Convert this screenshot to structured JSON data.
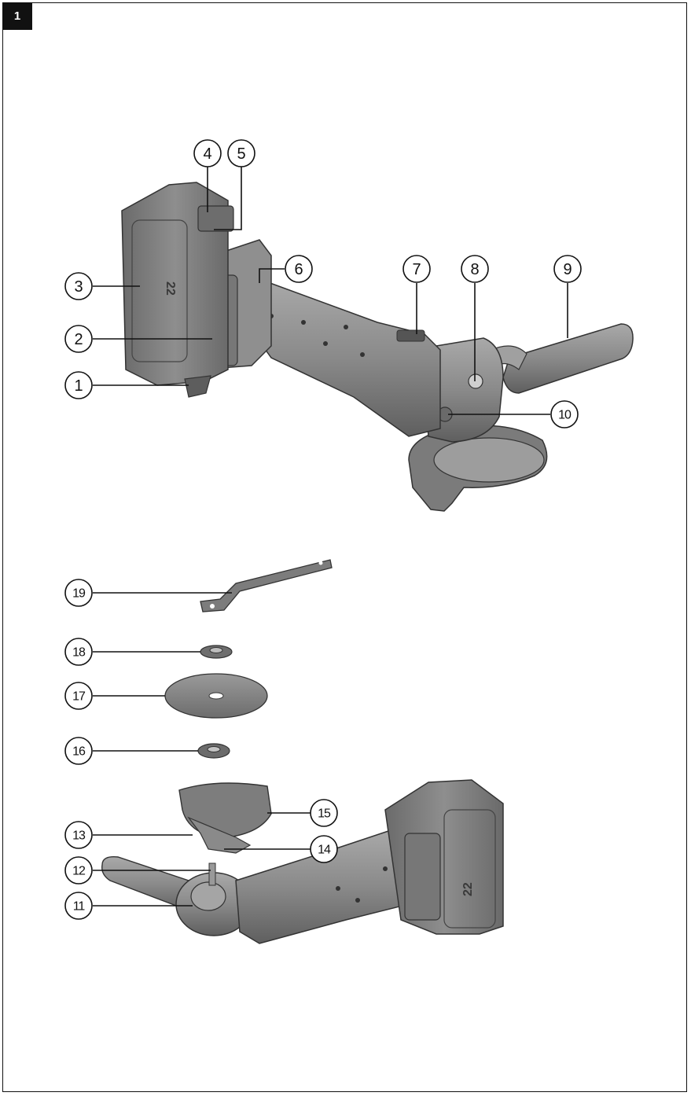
{
  "figure": {
    "number": "1"
  },
  "callouts": [
    {
      "id": 1,
      "label": "1"
    },
    {
      "id": 2,
      "label": "2"
    },
    {
      "id": 3,
      "label": "3"
    },
    {
      "id": 4,
      "label": "4"
    },
    {
      "id": 5,
      "label": "5"
    },
    {
      "id": 6,
      "label": "6"
    },
    {
      "id": 7,
      "label": "7"
    },
    {
      "id": 8,
      "label": "8"
    },
    {
      "id": 9,
      "label": "9"
    },
    {
      "id": 10,
      "label": "10"
    },
    {
      "id": 11,
      "label": "11"
    },
    {
      "id": 12,
      "label": "12"
    },
    {
      "id": 13,
      "label": "13"
    },
    {
      "id": 14,
      "label": "14"
    },
    {
      "id": 15,
      "label": "15"
    },
    {
      "id": 16,
      "label": "16"
    },
    {
      "id": 17,
      "label": "17"
    },
    {
      "id": 18,
      "label": "18"
    },
    {
      "id": 19,
      "label": "19"
    }
  ],
  "battery_marking": "22",
  "colors": {
    "body": "#8c8c8c",
    "dark": "#5a5a5a",
    "light": "#bdbdbd",
    "line": "#111111"
  }
}
